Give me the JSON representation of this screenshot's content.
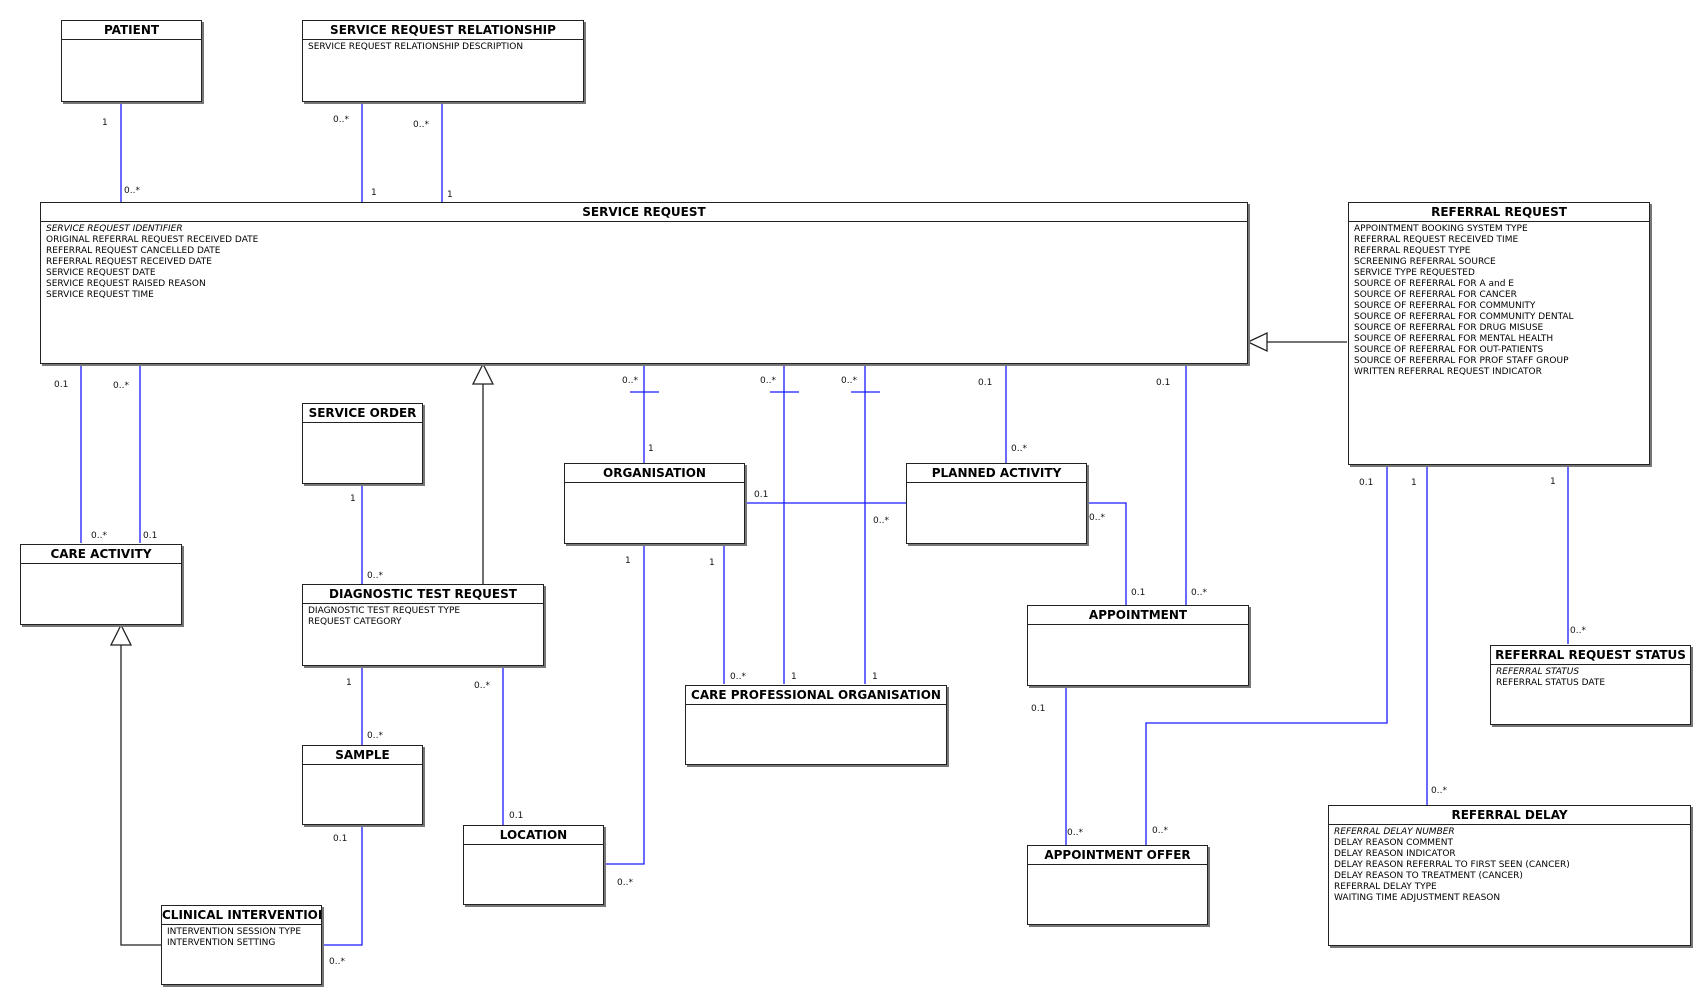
{
  "classes": {
    "patient": {
      "title": "PATIENT",
      "attributes": []
    },
    "service_request_relationship": {
      "title": "SERVICE REQUEST RELATIONSHIP",
      "attributes": [
        "SERVICE REQUEST RELATIONSHIP DESCRIPTION"
      ]
    },
    "service_request": {
      "title": "SERVICE REQUEST",
      "key_attribute": "SERVICE REQUEST IDENTIFIER",
      "attributes": [
        "ORIGINAL REFERRAL REQUEST RECEIVED DATE",
        "REFERRAL REQUEST CANCELLED DATE",
        "REFERRAL REQUEST RECEIVED DATE",
        "SERVICE REQUEST DATE",
        "SERVICE REQUEST RAISED REASON",
        "SERVICE REQUEST TIME"
      ]
    },
    "referral_request": {
      "title": "REFERRAL REQUEST",
      "attributes": [
        "APPOINTMENT BOOKING SYSTEM TYPE",
        "REFERRAL REQUEST RECEIVED TIME",
        "REFERRAL REQUEST TYPE",
        "SCREENING REFERRAL SOURCE",
        "SERVICE TYPE REQUESTED",
        "SOURCE OF REFERRAL FOR A and E",
        "SOURCE OF REFERRAL FOR CANCER",
        "SOURCE OF REFERRAL FOR COMMUNITY",
        "SOURCE OF REFERRAL FOR COMMUNITY DENTAL",
        "SOURCE OF REFERRAL FOR DRUG MISUSE",
        "SOURCE OF REFERRAL FOR MENTAL HEALTH",
        "SOURCE OF REFERRAL FOR OUT-PATIENTS",
        "SOURCE OF REFERRAL FOR PROF STAFF GROUP",
        "WRITTEN REFERRAL REQUEST INDICATOR"
      ]
    },
    "service_order": {
      "title": "SERVICE ORDER",
      "attributes": []
    },
    "organisation": {
      "title": "ORGANISATION",
      "attributes": []
    },
    "planned_activity": {
      "title": "PLANNED ACTIVITY",
      "attributes": []
    },
    "care_activity": {
      "title": "CARE ACTIVITY",
      "attributes": []
    },
    "diagnostic_test_request": {
      "title": "DIAGNOSTIC TEST REQUEST",
      "attributes": [
        "DIAGNOSTIC TEST REQUEST TYPE",
        "REQUEST CATEGORY"
      ]
    },
    "appointment": {
      "title": "APPOINTMENT",
      "attributes": []
    },
    "referral_request_status": {
      "title": "REFERRAL REQUEST STATUS",
      "key_attribute": "REFERRAL STATUS",
      "attributes": [
        "REFERRAL STATUS DATE"
      ]
    },
    "care_professional_organisation": {
      "title": "CARE PROFESSIONAL ORGANISATION",
      "attributes": []
    },
    "sample": {
      "title": "SAMPLE",
      "attributes": []
    },
    "location": {
      "title": "LOCATION",
      "attributes": []
    },
    "appointment_offer": {
      "title": "APPOINTMENT OFFER",
      "attributes": []
    },
    "referral_delay": {
      "title": "REFERRAL DELAY",
      "key_attribute": "REFERRAL DELAY NUMBER",
      "attributes": [
        "DELAY REASON COMMENT",
        "DELAY REASON INDICATOR",
        "DELAY REASON REFERRAL TO FIRST SEEN (CANCER)",
        "DELAY REASON TO TREATMENT (CANCER)",
        "REFERRAL DELAY TYPE",
        "WAITING TIME ADJUSTMENT REASON"
      ]
    },
    "clinical_intervention": {
      "title": "CLINICAL INTERVENTION",
      "attributes": [
        "INTERVENTION SESSION TYPE",
        "INTERVENTION SETTING"
      ]
    }
  },
  "multiplicities": {
    "patient_1": "1",
    "patient_sr": "0..*",
    "srr_a_top": "0..*",
    "srr_a_sr": "1",
    "srr_b_top": "0..*",
    "srr_b_sr": "1",
    "sr_ca_a": "0.1",
    "sr_ca_b": "0..*",
    "ca_a": "0..*",
    "ca_b": "0.1",
    "sr_org": "0..*",
    "org_sr": "1",
    "sr_cpo_a": "0..*",
    "sr_cpo_b": "0..*",
    "sr_pa": "0.1",
    "pa_sr": "0..*",
    "sr_appt": "0.1",
    "appt_sr": "0..*",
    "org_pa": "0.1",
    "pa_org": "0..*",
    "pa_appt": "0..*",
    "appt_pa": "0.1",
    "so_dtr": "1",
    "dtr_so": "0..*",
    "org_loc": "1",
    "loc_org": "0..*",
    "org_cpo": "1",
    "cpo_org": "0..*",
    "cpo_1a": "1",
    "cpo_1b": "1",
    "dtr_sample": "1",
    "sample_dtr": "0..*",
    "dtr_loc": "0..*",
    "loc_dtr": "0.1",
    "sample_ci": "0.1",
    "ci_sample": "0..*",
    "appt_offer": "0.1",
    "offer_appt": "0..*",
    "rr_offer": "0.1",
    "offer_rr": "0..*",
    "rr_delay": "1",
    "delay_rr": "0..*",
    "rr_status": "1",
    "status_rr": "0..*"
  },
  "colors": {
    "association": "#1a1aff",
    "generalization": "#222222",
    "border": "#222222"
  }
}
